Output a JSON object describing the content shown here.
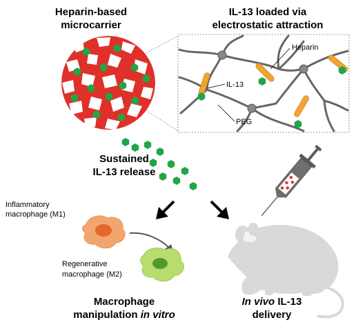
{
  "titles": {
    "microcarrier_line1": "Heparin-based",
    "microcarrier_line2": "microcarrier",
    "loaded_line1": "IL-13 loaded via",
    "loaded_line2": "electrostatic attraction",
    "release_line1": "Sustained",
    "release_line2": "IL-13 release",
    "manip_line1": "Macrophage",
    "manip_line2_a": "manipulation ",
    "manip_line2_b": "in vitro",
    "invivo_line1_a": "In vivo",
    "invivo_line1_b": " IL-13",
    "invivo_line2": "delivery"
  },
  "network_labels": {
    "heparin": "Heparin",
    "il13": "IL-13",
    "peg": "PEG"
  },
  "macrophage_labels": {
    "m1_line1": "Inflammatory",
    "m1_line2": "macrophage (M1)",
    "m2_line1": "Regenerative",
    "m2_line2": "macrophage (M2)"
  },
  "colors": {
    "heparin_red": "#e0302a",
    "il13_green": "#1fa647",
    "il13_orange": "#f0a531",
    "peg_gray": "#666666",
    "m1_orange": "#f3a56f",
    "m2_green": "#b9dc6e",
    "mouse_gray": "#d9d9d9",
    "syringe_gray": "#6f6f6f"
  }
}
